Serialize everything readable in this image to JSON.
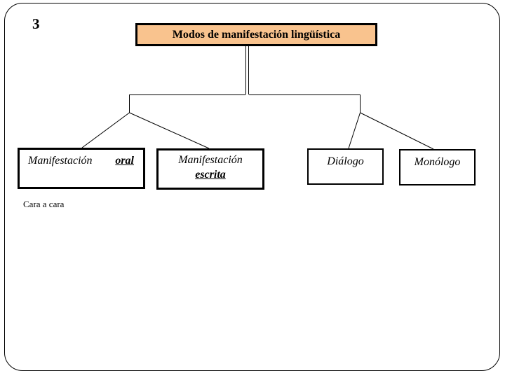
{
  "slide": {
    "page_number": "3",
    "caption": "Cara a cara"
  },
  "colors": {
    "title_fill": "#f9c38e",
    "line_and_border": "#000000",
    "background": "#ffffff"
  },
  "diagram": {
    "title": "Modos de manifestación lingüística",
    "nodes": {
      "oral": {
        "text": "Manifestación",
        "emphasis": "oral"
      },
      "escrita": {
        "text": "Manifestación",
        "emphasis": "escrita"
      },
      "dialogo": {
        "label": "Diálogo"
      },
      "monologo": {
        "label": "Monólogo"
      }
    },
    "structure": {
      "root": "Modos de manifestación lingüística",
      "branch_left_children": [
        "Manifestación oral",
        "Manifestación escrita"
      ],
      "branch_right_children": [
        "Diálogo",
        "Monólogo"
      ]
    }
  }
}
